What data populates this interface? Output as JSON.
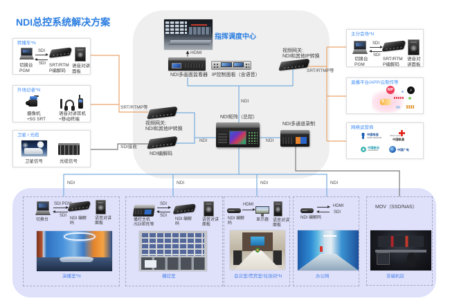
{
  "title": "NDI总控系统解决方案",
  "colors": {
    "title_blue": "#2a7de1",
    "heading_blue": "#3f8cf5",
    "caption_blue": "#4b82ea",
    "srt_orange": "#eaa36a",
    "ndi_blue": "#75acdd",
    "sdi_grey": "#777777",
    "core_grey": "#efefef",
    "zone_lavender": "#dfe1fb"
  },
  "sources": {
    "ob_van": {
      "heading": "转播车*N",
      "switcher": [
        "切换台",
        "PGM"
      ],
      "sdi_out": "SDI",
      "sdi_in": "SDI",
      "codec": [
        "SRT/RTM",
        "P编解码"
      ],
      "intercom_panel": [
        "语音对讲",
        "面板"
      ]
    },
    "field_reporter": {
      "heading": "外场记者*N",
      "camera": [
        "摄像机",
        "+5G SRT"
      ],
      "intercom": [
        "语音对讲耳机",
        "+移动终端"
      ]
    },
    "satellite_fiber": {
      "heading": "卫星 / 光缆",
      "satellite": "卫星信号",
      "fiber": "光缆信号"
    }
  },
  "links": {
    "srt_in": "SRT/RTMP等",
    "sdi_receive": "SDI接收",
    "hdmi": "HDMI",
    "ndi_to_matrix": "NDI",
    "ndi_left": "NDI",
    "ndi_right": "NDI",
    "srt_out": "SRT/RTMP等",
    "ndi_drops": [
      "NDI",
      "NDI",
      "NDI",
      "NDI"
    ]
  },
  "core": {
    "command_center": "指挥调度中心",
    "multiview_monitor": "NDI多画面监看器",
    "ip_control_panel": "IP控制面板（含语音）",
    "gateway_in": [
      "视频网关:",
      "NDI和其他IP转换"
    ],
    "decoder_in": "NDI编解码",
    "matrix": "NDI矩阵（总控）",
    "recorder": "NDI多通道录制",
    "gateway_out": [
      "视频网关:",
      "NDI和其他IP转换"
    ]
  },
  "destinations": {
    "branch_venue": {
      "heading": "主分会场*N",
      "switcher": [
        "切换台",
        "PGM"
      ],
      "sdi_out": "SDI",
      "sdi_in": "SDI",
      "codec": [
        "SRT/RTM",
        "P编解码"
      ],
      "intercom_panel": [
        "语音对",
        "讲面板"
      ]
    },
    "live_platforms": {
      "heading": "直播平台/APP/云制作等",
      "logos": [
        {
          "icon": "mp-app-logo",
          "glyph": "MP"
        },
        {
          "icon": "douyin-logo",
          "glyph": "♪"
        },
        {
          "icon": "orange-9-app-logo",
          "glyph": "9"
        },
        {
          "icon": "red-wordmark-logo"
        },
        {
          "icon": "green-dot-logo"
        },
        {
          "icon": "blue-dot-logo"
        },
        {
          "icon": "orange-wordmark-logo"
        }
      ]
    },
    "carriers": {
      "heading": "网络运营商",
      "logos": [
        {
          "icon": "china-telecom-logo",
          "name": "中国电信",
          "sub": "CHINA TELECOM"
        },
        {
          "icon": "china-unicom-logo",
          "name": "中国联通",
          "sub": "China unicom"
        },
        {
          "icon": "china-mobile-logo",
          "name": "中国移动",
          "sub": "China Mobile"
        },
        {
          "icon": "china-broadnet-logo",
          "name": "中国广电"
        }
      ]
    }
  },
  "zones": [
    {
      "caption": "演播室*N",
      "switcher": "切换台",
      "sdi_out": "SDI PGM",
      "sdi_in": "SDI",
      "codec": [
        "NDI 编解",
        "码"
      ],
      "intercom_panel": [
        "语音对讲",
        "面板"
      ]
    },
    {
      "caption": "播控室",
      "playout": [
        "播控主机",
        "/SDI矩阵等"
      ],
      "sdi_out": "SDI",
      "sdi_in": "SDI",
      "codec": [
        "NDI 编解",
        "码"
      ],
      "intercom_panel": [
        "语音对讲",
        "面板"
      ]
    },
    {
      "caption": "会议室/贵宾室/化妆间*N",
      "codec": [
        "NDI 编解",
        "码"
      ],
      "hdmi": "HDMI",
      "display": "显示器",
      "intercom_panel": [
        "语音对讲",
        "面板"
      ]
    },
    {
      "caption": "办公网",
      "codec": "NDI 编解码",
      "hdmi": "HDMI",
      "sdi": "SDI"
    },
    {
      "caption": "非编机房",
      "storage": "MOV（SSD/NAS）"
    }
  ]
}
